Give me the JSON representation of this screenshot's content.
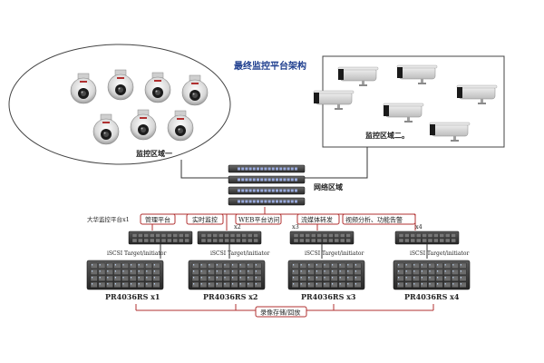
{
  "diagram": {
    "title": "最终监控平台架构",
    "zone_one_label": "监控区域一",
    "zone_two_label": "监控区域二。",
    "network_label": "网络区域",
    "platform_label": "大华监控平台x1",
    "function_tags": [
      "管理平台",
      "实时监控",
      "WEB平台访问",
      "流媒体转发",
      "视频分析、功能告警"
    ],
    "multipliers": [
      "x2",
      "x3",
      "x4"
    ],
    "iscsi_label": "iSCSI Target/initiator",
    "storage_units": [
      "PR4036RS x1",
      "PR4036RS x2",
      "PR4036RS x3",
      "PR4036RS x4"
    ],
    "footer_label": "录像存储/回放"
  },
  "colors": {
    "title": "#1f3f8f",
    "tag_border": "#b03030",
    "device_dark": "#3a3a3a",
    "camera_body": "#dcdcdc"
  },
  "icons": [
    "dome-camera-icon",
    "bullet-camera-icon",
    "network-switch-icon",
    "server-1u-icon",
    "storage-array-icon"
  ]
}
